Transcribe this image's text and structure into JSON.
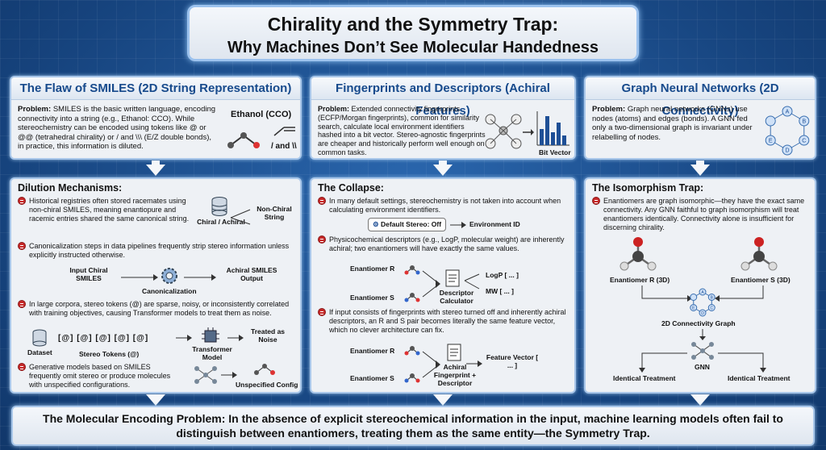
{
  "title": {
    "line1": "Chirality and the Symmetry Trap:",
    "line2": "Why Machines Don’t See Molecular Handedness"
  },
  "col1": {
    "header": "The Flaw of SMILES (2D String Representation)",
    "problem_lead": "Problem:",
    "problem_text": "SMILES is the basic written language, encoding connectivity into a string (e.g., Ethanol: CCO). While stereochemistry can be encoded using tokens like @ or @@ (tetrahedral chirality) or / and \\\\\\ (E/Z double bonds), in practice, this information is diluted.",
    "ethanol_label": "Ethanol (CCO)",
    "slash_label": "/ and \\\\",
    "sub_header": "Dilution Mechanisms:",
    "items": [
      "Historical registries often stored racemates using non-chiral SMILES, meaning enantiopure and racemic entries shared the same canonical string.",
      "Canonicalization steps in data pipelines frequently strip stereo information unless explicitly instructed otherwise.",
      "In large corpora, stereo tokens (@) are sparse, noisy, or inconsistently correlated with training objectives, causing Transformer models to treat them as noise.",
      "Generative models based on SMILES frequently omit stereo or produce molecules with unspecified configurations."
    ],
    "chiral_achiral": "Chiral / Achiral",
    "non_chiral_string": "Non-Chiral String",
    "input_chiral": "Input Chiral SMILES",
    "canonicalization": "Canonicalization",
    "achiral_output": "Achiral SMILES Output",
    "dataset": "Dataset",
    "at_tokens": "[@] [@] [@] [@] [@]",
    "stereo_tokens": "Stereo Tokens (@)",
    "transformer": "Transformer Model",
    "treated_noise": "Treated as Noise",
    "unspecified": "Unspecified Config"
  },
  "col2": {
    "header": "Fingerprints and Descriptors (Achiral Features)",
    "problem_lead": "Problem:",
    "problem_text": "Extended connectivity fingerprints (ECFP/Morgan fingerprints), common for similarity search, calculate local environment identifiers hashed into a bit vector. Stereo-agnostic fingerprints are cheaper and historically perform well enough on common tasks.",
    "bit_vector": "Bit Vector",
    "sub_header": "The Collapse:",
    "items": [
      "In many default settings, stereochemistry is not taken into account when calculating environment identifiers.",
      "Physicochemical descriptors (e.g., LogP, molecular weight) are inherently achiral; two enantiomers will have exactly the same values.",
      "If input consists of fingerprints with stereo turned off and inherently achiral descriptors, an R and S pair becomes literally the same feature vector, which no clever architecture can fix."
    ],
    "default_stereo": "Default Stereo: Off",
    "environment_id": "Environment ID",
    "enantiomer_r": "Enantiomer R",
    "enantiomer_s": "Enantiomer S",
    "descriptor_calc": "Descriptor Calculator",
    "logp": "LogP [ ... ]",
    "mw": "MW [ ... ]",
    "achiral_fp": "Achiral Fingerprint + Descriptor",
    "feature_vector": "Feature Vector [ ... ]"
  },
  "col3": {
    "header": "Graph Neural Networks (2D Connectivity)",
    "problem_lead": "Problem:",
    "problem_text": "Graph neural networks (GNNs) use nodes (atoms) and edges (bonds). A GNN fed only a two-dimensional graph is invariant under relabelling of nodes.",
    "node_labels": [
      "A",
      "B",
      "C",
      "D",
      "E"
    ],
    "sub_header": "The Isomorphism Trap:",
    "items": [
      "Enantiomers are graph isomorphic—they have the exact same connectivity. Any GNN faithful to graph isomorphism will treat enantiomers identically. Connectivity alone is insufficient for discerning chirality."
    ],
    "enantiomer_r3d": "Enantiomer R (3D)",
    "enantiomer_s3d": "Enantiomer S (3D)",
    "graph_2d": "2D Connectivity Graph",
    "gnn": "GNN",
    "identical_1": "Identical Treatment",
    "identical_2": "Identical Treatment"
  },
  "bottom": "The Molecular Encoding Problem: In the absence of explicit stereochemical information in the input, machine learning models often fail to distinguish between enantiomers, treating them as the same entity—the Symmetry Trap.",
  "colors": {
    "accent": "#174a8c",
    "bullet": "#c62828",
    "background": "#1b4f8f"
  }
}
